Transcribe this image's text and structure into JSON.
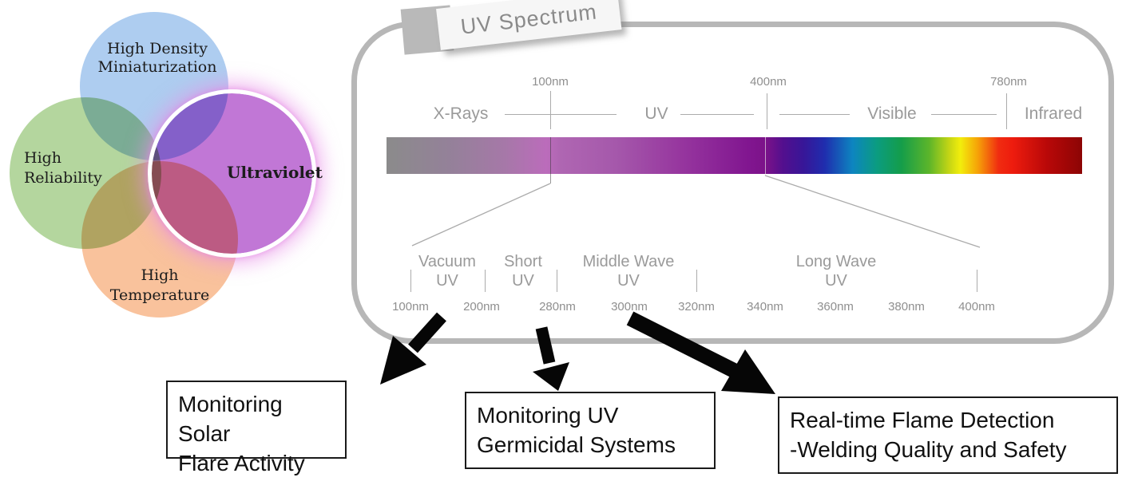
{
  "venn": {
    "circles": {
      "density": {
        "label": "High Density\nMiniaturization",
        "color": "#aecdf0"
      },
      "reliability": {
        "label": "High\nReliability",
        "color": "#b4d69e"
      },
      "temperature": {
        "label": "High\nTemperature",
        "color": "#f9c29c"
      },
      "ultraviolet": {
        "label": "Ultraviolet",
        "color": "#c177d6",
        "ring_color": "#ffffff",
        "glow_color": "#e790e7"
      }
    }
  },
  "spectrum_panel": {
    "tag_title": "UV Spectrum",
    "border_color": "#b7b7b7",
    "overview": {
      "bands": {
        "xrays": "X-Rays",
        "uv": "UV",
        "visible": "Visible",
        "infrared": "Infrared"
      },
      "ticks": {
        "t100": "100nm",
        "t400": "400nm",
        "t780": "780nm"
      },
      "gradient_key_colors": [
        "#8b8b8b",
        "#bb6cbb",
        "#7c1289",
        "#1f2dae",
        "#0d85c0",
        "#149d4a",
        "#f2ee0c",
        "#f6a208",
        "#ee1c0e",
        "#8c0505"
      ]
    },
    "detail": {
      "regions": {
        "vacuum": "Vacuum\nUV",
        "short": "Short\nUV",
        "middle": "Middle Wave\nUV",
        "long": "Long Wave\nUV"
      },
      "ticks": [
        "100nm",
        "200nm",
        "280nm",
        "300nm",
        "320nm",
        "340nm",
        "360nm",
        "380nm",
        "400nm"
      ]
    }
  },
  "applications": {
    "solar": "Monitoring Solar\nFlare Activity",
    "germicidal": "Monitoring UV\nGermicidal Systems",
    "flame": "Real-time Flame Detection\n-Welding Quality and Safety"
  }
}
